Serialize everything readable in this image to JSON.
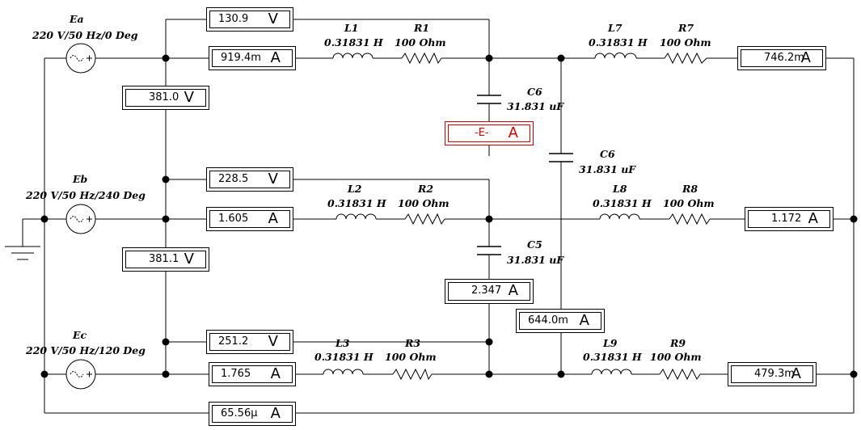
{
  "sources": [
    {
      "name": "Ea",
      "spec": "220 V/50 Hz/0 Deg"
    },
    {
      "name": "Eb",
      "spec": "220 V/50 Hz/240 Deg"
    },
    {
      "name": "Ec",
      "spec": "220 V/50 Hz/120 Deg"
    }
  ],
  "components": {
    "L1": {
      "name": "L1",
      "value": "0.31831 H"
    },
    "R1": {
      "name": "R1",
      "value": "100  Ohm"
    },
    "L2": {
      "name": "L2",
      "value": "0.31831 H"
    },
    "R2": {
      "name": "R2",
      "value": "100  Ohm"
    },
    "L3": {
      "name": "L3",
      "value": "0.31831 H"
    },
    "R3": {
      "name": "R3",
      "value": "100  Ohm"
    },
    "L7": {
      "name": "L7",
      "value": "0.31831 H"
    },
    "R7": {
      "name": "R7",
      "value": "100  Ohm"
    },
    "L8": {
      "name": "L8",
      "value": "0.31831 H"
    },
    "R8": {
      "name": "R8",
      "value": "100  Ohm"
    },
    "L9": {
      "name": "L9",
      "value": "0.31831 H"
    },
    "R9": {
      "name": "R9",
      "value": "100  Ohm"
    },
    "C6a": {
      "name": "C6",
      "value": "31.831 uF"
    },
    "C6b": {
      "name": "C6",
      "value": "31.831 uF"
    },
    "C5": {
      "name": "C5",
      "value": "31.831 uF"
    }
  },
  "meters": {
    "v_a": {
      "value": "130.9",
      "unit": "V"
    },
    "a_a": {
      "value": "919.4m",
      "unit": "A"
    },
    "v_ab": {
      "value": "381.0",
      "unit": "V"
    },
    "a_c6": {
      "value": "-E-",
      "unit": "A",
      "color": "#d00000"
    },
    "a_l7": {
      "value": "746.2m",
      "unit": "A"
    },
    "v_b": {
      "value": "228.5",
      "unit": "V"
    },
    "a_b": {
      "value": "1.605",
      "unit": "A"
    },
    "a_l8": {
      "value": "1.172",
      "unit": "A"
    },
    "v_bc": {
      "value": "381.1",
      "unit": "V"
    },
    "a_c5": {
      "value": "2.347",
      "unit": "A"
    },
    "a_c6b": {
      "value": "644.0m",
      "unit": "A"
    },
    "v_c": {
      "value": "251.2",
      "unit": "V"
    },
    "a_c": {
      "value": "1.765",
      "unit": "A"
    },
    "a_l9": {
      "value": "479.3m",
      "unit": "A"
    },
    "a_n": {
      "value": "65.56µ",
      "unit": "A"
    }
  }
}
